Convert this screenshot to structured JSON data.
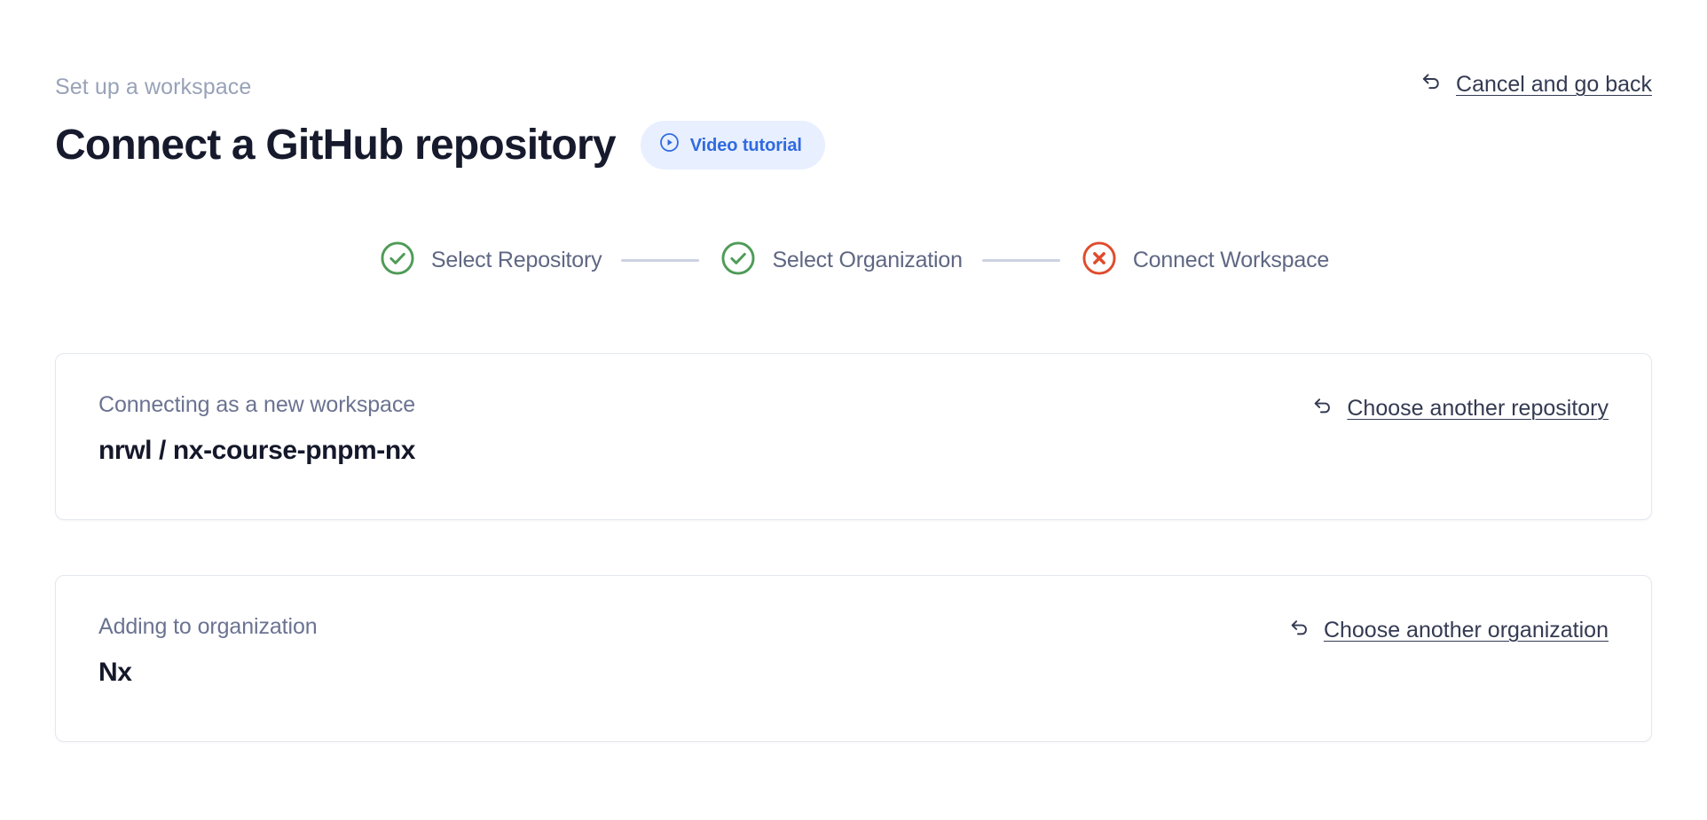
{
  "header": {
    "eyebrow": "Set up a workspace",
    "title": "Connect a GitHub repository",
    "video_badge": {
      "label": "Video tutorial",
      "icon": "play-circle-icon",
      "text_color": "#2f6ae0",
      "background_color": "#e8efff"
    },
    "cancel_link": {
      "label": "Cancel and go back",
      "icon": "arrow-uturn-left-icon"
    }
  },
  "stepper": {
    "steps": [
      {
        "label": "Select Repository",
        "state": "complete",
        "icon": "check-circle-icon",
        "color": "#4e9b56"
      },
      {
        "label": "Select Organization",
        "state": "complete",
        "icon": "check-circle-icon",
        "color": "#4e9b56"
      },
      {
        "label": "Connect Workspace",
        "state": "error",
        "icon": "x-circle-icon",
        "color": "#df4b2c"
      }
    ],
    "connector_color": "#ccd2e2",
    "label_color": "#5f6783"
  },
  "cards": {
    "repository": {
      "caption": "Connecting as a new workspace",
      "owner": "nrwl / ",
      "name": "nx-course-pnpm-nx",
      "action": {
        "label": "Choose another repository",
        "icon": "arrow-uturn-left-icon"
      }
    },
    "organization": {
      "caption": "Adding to organization",
      "name": "Nx",
      "action": {
        "label": "Choose another organization",
        "icon": "arrow-uturn-left-icon"
      }
    }
  },
  "theme": {
    "background": "#ffffff",
    "card_border": "#e4e7ef",
    "text_primary": "#161a2c",
    "text_muted": "#6b7391",
    "eyebrow": "#98a2b8",
    "accent_blue": "#2f6ae0",
    "success_green": "#4e9b56",
    "error_red": "#df4b2c"
  }
}
